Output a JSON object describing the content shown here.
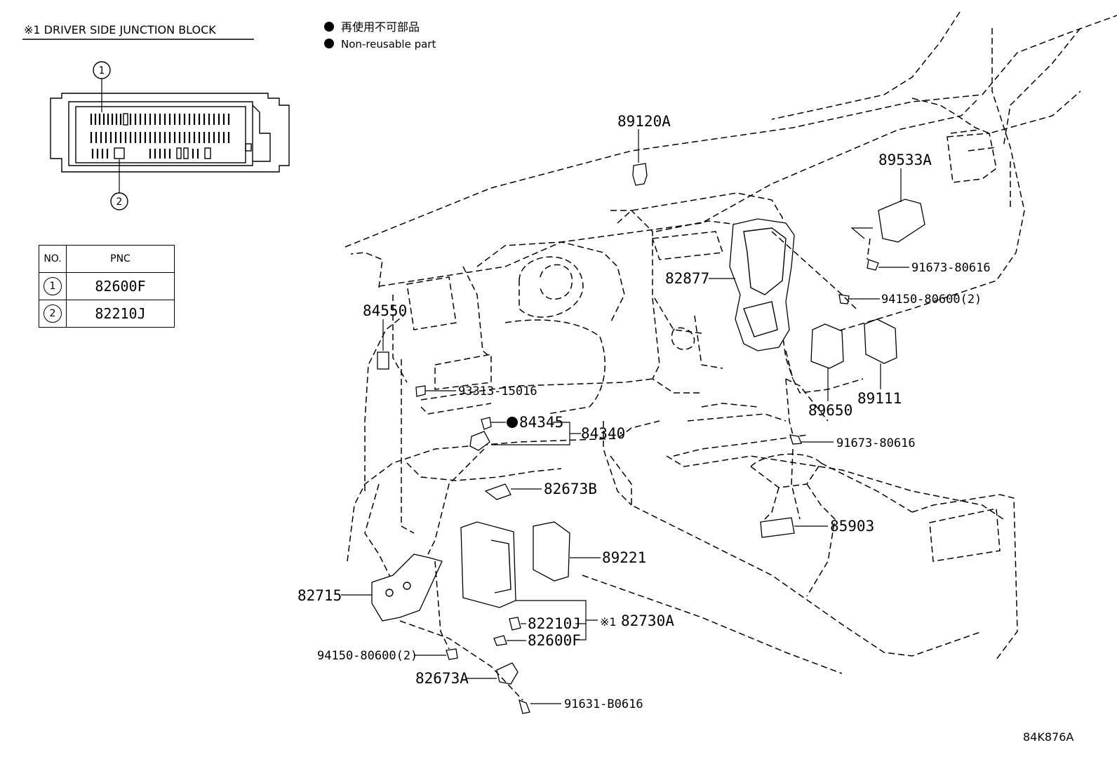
{
  "header": {
    "junction_title": "※1  DRIVER SIDE JUNCTION BLOCK",
    "legend_jp": "再使用不可部品",
    "legend_en": "Non-reusable part"
  },
  "inset": {
    "callout_1": "1",
    "callout_2": "2"
  },
  "pnc_table": {
    "col_no": "NO.",
    "col_pnc": "PNC",
    "rows": [
      {
        "no": "1",
        "pnc": "82600F"
      },
      {
        "no": "2",
        "pnc": "82210J"
      }
    ]
  },
  "parts": {
    "p89120A": "89120A",
    "p89533A": "89533A",
    "p91673_80616_a": "91673-80616",
    "p82877": "82877",
    "p94150_80600_a": "94150-80600(2)",
    "p84550": "84550",
    "p89650": "89650",
    "p89111": "89111",
    "p93313_15016": "93313-15016",
    "p84345": "84345",
    "p84340": "84340",
    "p91673_80616_b": "91673-80616",
    "p82673B": "82673B",
    "p85903": "85903",
    "p89221": "89221",
    "p82715": "82715",
    "p82210J": "82210J",
    "p82730A": "82730A",
    "p82730A_ref": "※1",
    "p82600F": "82600F",
    "p94150_80600_b": "94150-80600(2)",
    "p82673A": "82673A",
    "p91631_B0616": "91631-B0616"
  },
  "footer": {
    "drawing_id": "84K876A"
  }
}
